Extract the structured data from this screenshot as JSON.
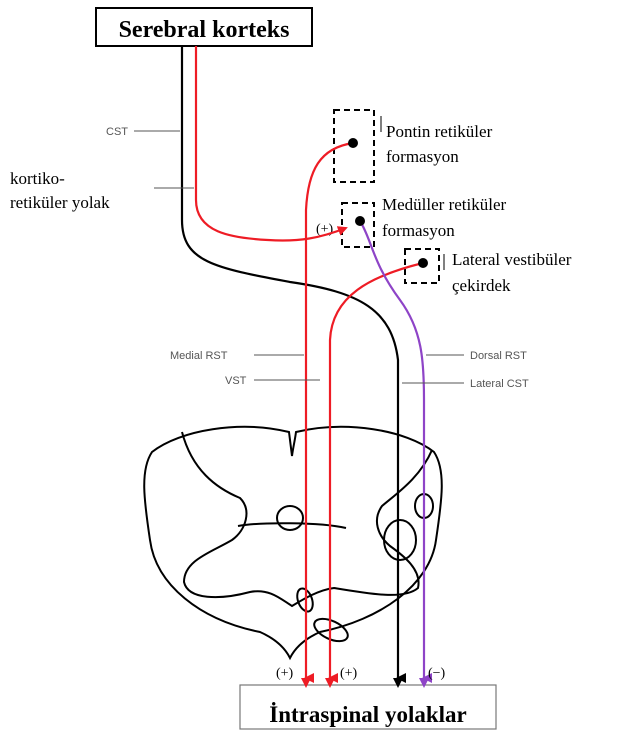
{
  "header": {
    "title": "Serebral korteks"
  },
  "nuclei": {
    "pontine": {
      "line1": "Pontin retiküler",
      "line2": "formasyon"
    },
    "medullary": {
      "line1": "Medüller retiküler",
      "line2": "formasyon",
      "sign": "(+)"
    },
    "vestibular": {
      "line1": "Lateral vestibüler",
      "line2": "çekirdek"
    }
  },
  "labels": {
    "cst": "CST",
    "cortico_line1": "kortiko-",
    "cortico_line2": "retiküler yolak",
    "medial_rst": "Medial RST",
    "vst": "VST",
    "dorsal_rst": "Dorsal RST",
    "lateral_cst": "Lateral CST"
  },
  "outputs": {
    "plus1": "(+)",
    "plus2": "(+)",
    "minus": "(−)"
  },
  "footer": {
    "title": "İntraspinal yolaklar"
  },
  "colors": {
    "red": "#ee1c25",
    "purple": "#8e44c7",
    "black": "#000000",
    "gray": "#555555"
  }
}
